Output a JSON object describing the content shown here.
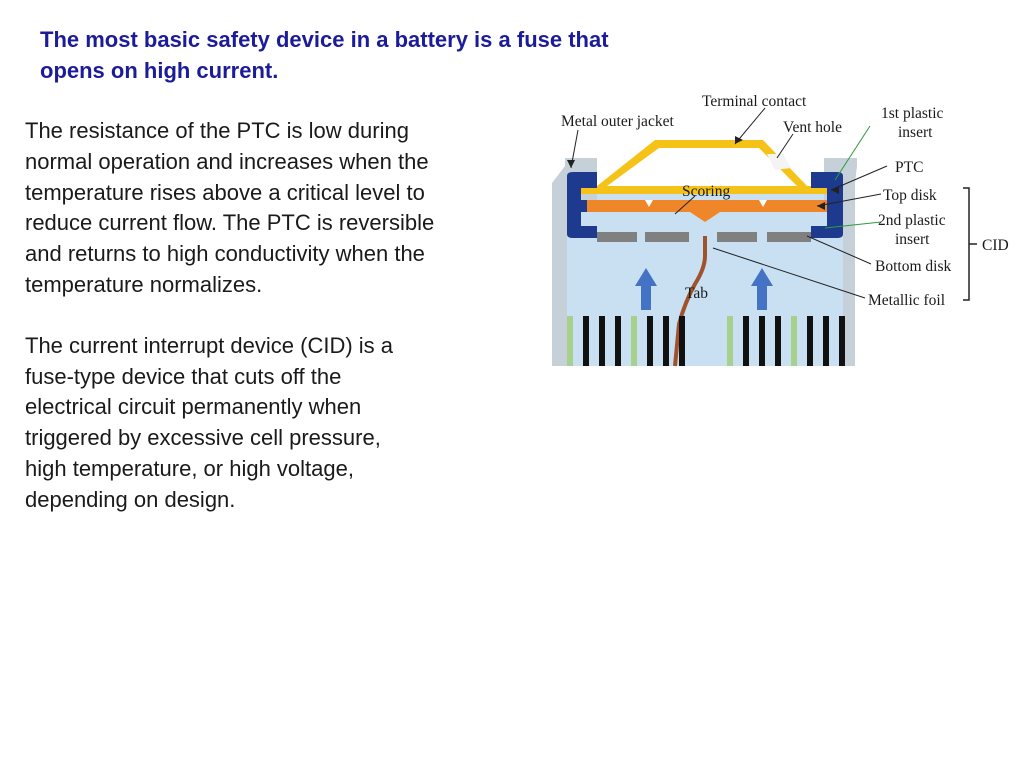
{
  "headline": "The most basic safety device in a battery is a fuse that\nopens on high current.",
  "paragraphs": [
    "The resistance of the PTC is low during\nnormal operation and increases when the\ntemperature rises above a critical level to\nreduce current flow. The PTC is reversible\nand returns to high conductivity when the\ntemperature normalizes.",
    "The current interrupt device (CID) is a\nfuse-type device that cuts off the\nelectrical circuit permanently when\ntriggered by excessive cell pressure,\nhigh temperature, or high voltage,\ndepending on design."
  ],
  "diagram": {
    "labels": {
      "terminal_contact": "Terminal contact",
      "metal_outer_jacket": "Metal outer jacket",
      "vent_hole": "Vent hole",
      "first_plastic_insert_line1": "1st plastic",
      "first_plastic_insert_line2": "insert",
      "scoring": "Scoring",
      "ptc": "PTC",
      "top_disk": "Top disk",
      "second_plastic_insert_line1": "2nd plastic",
      "second_plastic_insert_line2": "insert",
      "cid": "CID",
      "bottom_disk": "Bottom disk",
      "tab": "Tab",
      "metallic_foil": "Metallic foil"
    },
    "colors": {
      "outer_jacket": "#c5d0d8",
      "interior": "#c8e0f2",
      "plastic_insert": "#1d3a8f",
      "ptc": "#f5c217",
      "top_disk": "#f0862a",
      "bottom_disk": "#808080",
      "arrows": "#4472c4",
      "foil_dark": "#111111",
      "foil_light": "#a8d08d",
      "tab_lead": "#a0522d",
      "pointer_green": "#2e9c3a"
    }
  }
}
